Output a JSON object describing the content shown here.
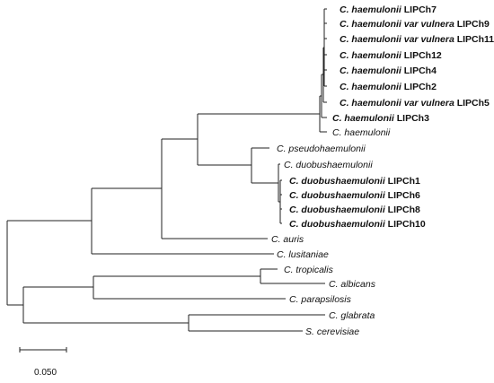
{
  "taxa": [
    {
      "id": "lipch7",
      "genus": "C.",
      "epithet": "haemulonii",
      "variety": "",
      "strain": "LIPCh7",
      "bold": true
    },
    {
      "id": "lipch9",
      "genus": "C.",
      "epithet": "haemulonii var vulnera",
      "variety": "",
      "strain": "LIPCh9",
      "bold": true
    },
    {
      "id": "lipch11",
      "genus": "C.",
      "epithet": "haemulonii var vulnera",
      "variety": "",
      "strain": "LIPCh11",
      "bold": true
    },
    {
      "id": "lipch12",
      "genus": "C.",
      "epithet": "haemulonii",
      "variety": "",
      "strain": "LIPCh12",
      "bold": true
    },
    {
      "id": "lipch4",
      "genus": "C.",
      "epithet": "haemulonii",
      "variety": "",
      "strain": "LIPCh4",
      "bold": true
    },
    {
      "id": "lipch2",
      "genus": "C.",
      "epithet": "haemulonii",
      "variety": "",
      "strain": "LIPCh2",
      "bold": true
    },
    {
      "id": "lipch5",
      "genus": "C.",
      "epithet": "haemulonii var vulnera",
      "variety": "",
      "strain": "LIPCh5",
      "bold": true
    },
    {
      "id": "lipch3",
      "genus": "C.",
      "epithet": "haemulonii",
      "variety": "",
      "strain": "LIPCh3",
      "bold": true
    },
    {
      "id": "haemulonii",
      "genus": "C.",
      "epithet": "haemulonii",
      "variety": "",
      "strain": "",
      "bold": false
    },
    {
      "id": "pseudohaemulonii",
      "genus": "C.",
      "epithet": "pseudohaemulonii",
      "variety": "",
      "strain": "",
      "bold": false
    },
    {
      "id": "duobushaemulonii",
      "genus": "C.",
      "epithet": "duobushaemulonii",
      "variety": "",
      "strain": "",
      "bold": false
    },
    {
      "id": "lipch1",
      "genus": "C.",
      "epithet": "duobushaemulonii",
      "variety": "",
      "strain": "LIPCh1",
      "bold": true
    },
    {
      "id": "lipch6",
      "genus": "C.",
      "epithet": "duobushaemulonii",
      "variety": "",
      "strain": "LIPCh6",
      "bold": true
    },
    {
      "id": "lipch8",
      "genus": "C.",
      "epithet": "duobushaemulonii",
      "variety": "",
      "strain": "LIPCh8",
      "bold": true
    },
    {
      "id": "lipch10",
      "genus": "C.",
      "epithet": "duobushaemulonii",
      "variety": "",
      "strain": "LIPCh10",
      "bold": true
    },
    {
      "id": "auris",
      "genus": "C.",
      "epithet": "auris",
      "variety": "",
      "strain": "",
      "bold": false
    },
    {
      "id": "lusitaniae",
      "genus": "C.",
      "epithet": "lusitaniae",
      "variety": "",
      "strain": "",
      "bold": false
    },
    {
      "id": "tropicalis",
      "genus": "C.",
      "epithet": "tropicalis",
      "variety": "",
      "strain": "",
      "bold": false
    },
    {
      "id": "albicans",
      "genus": "C.",
      "epithet": "albicans",
      "variety": "",
      "strain": "",
      "bold": false
    },
    {
      "id": "parapsilosis",
      "genus": "C.",
      "epithet": "parapsilosis",
      "variety": "",
      "strain": "",
      "bold": false
    },
    {
      "id": "glabrata",
      "genus": "C.",
      "epithet": "glabrata",
      "variety": "",
      "strain": "",
      "bold": false
    },
    {
      "id": "cerevisiae",
      "genus": "S.",
      "epithet": "cerevisiae",
      "variety": "",
      "strain": "",
      "bold": false
    }
  ],
  "scale": {
    "label": "0.050"
  }
}
